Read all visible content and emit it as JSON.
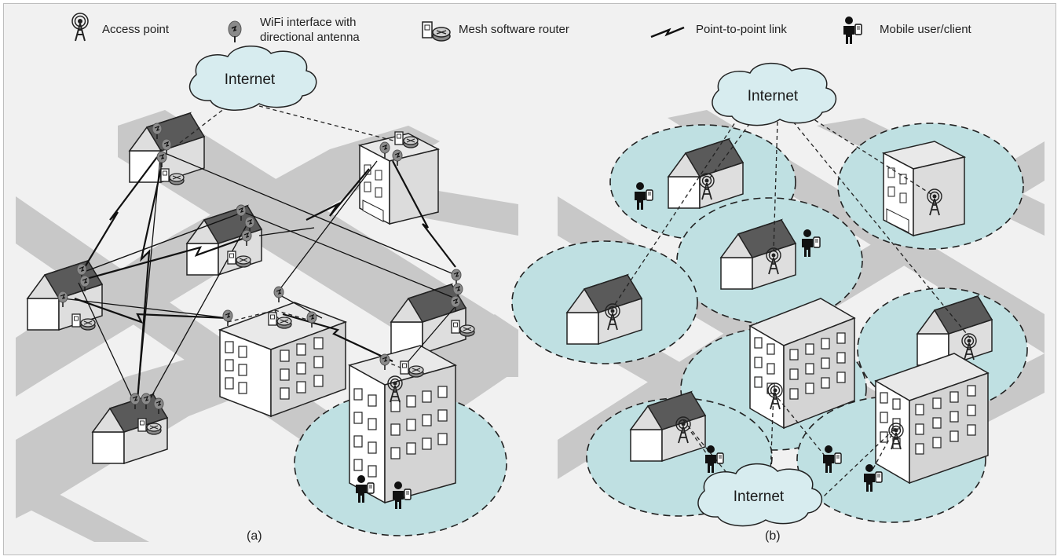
{
  "legend": {
    "access_point": "Access point",
    "wifi_interface": "WiFi interface with\ndirectional antenna",
    "mesh_router": "Mesh software router",
    "p2p_link": "Point-to-point link",
    "mobile_user": "Mobile user/client"
  },
  "clouds": {
    "a_internet": "Internet",
    "b_internet_top": "Internet",
    "b_internet_bottom": "Internet"
  },
  "captions": {
    "a": "(a)",
    "b": "(b)"
  },
  "icons": {
    "access_point": "access-point-icon",
    "wifi_interface": "wifi-interface-icon",
    "mesh_router": "mesh-router-icon",
    "p2p_link": "point-to-point-link-icon",
    "mobile_user": "mobile-user-icon"
  },
  "colors": {
    "background": "#f1f1f1",
    "road": "#c8c8c8",
    "coverage": "#bfe0e2",
    "cloud": "#d7ecef",
    "roof": "#5a5a5a",
    "wall_front": "#ffffff",
    "wall_side": "#dcdcdc"
  }
}
